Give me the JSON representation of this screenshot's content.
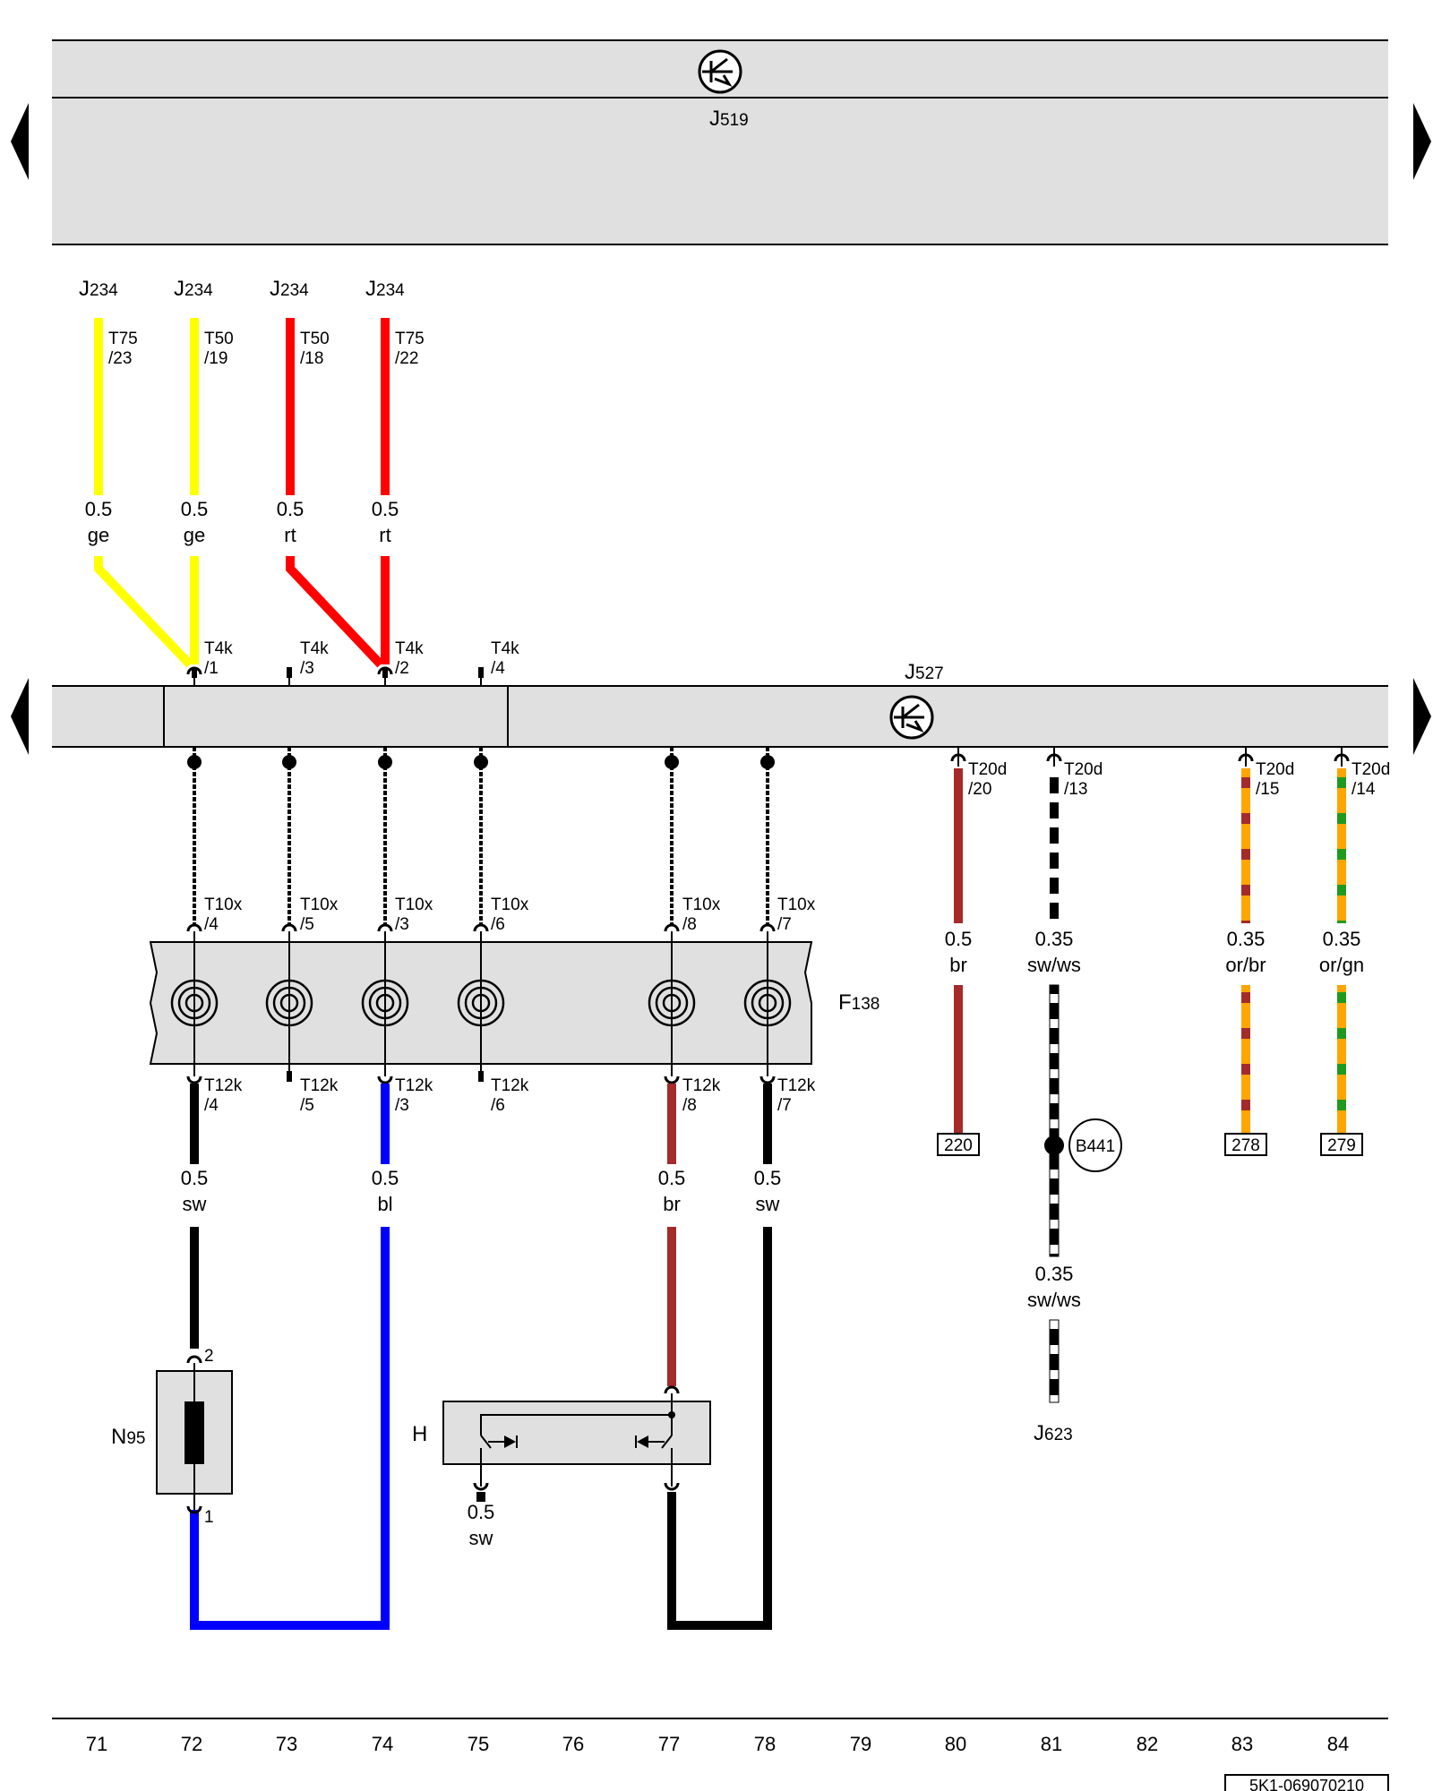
{
  "diagram": {
    "units": {
      "top": {
        "name_main": "J",
        "name_sub": "519"
      },
      "middle": {
        "name_main": "J",
        "name_sub": "527"
      },
      "fuse": {
        "name_main": "F",
        "name_sub": "138"
      },
      "heater": {
        "name_main": "N",
        "name_sub": "95"
      },
      "horn": {
        "name": "H"
      },
      "engine": {
        "name_main": "J",
        "name_sub": "623"
      },
      "ground": {
        "name": "B441"
      }
    },
    "source_labels": [
      {
        "main": "J",
        "sub": "234"
      },
      {
        "main": "J",
        "sub": "234"
      },
      {
        "main": "J",
        "sub": "234"
      },
      {
        "main": "J",
        "sub": "234"
      }
    ],
    "source_pins": [
      {
        "l1": "T75",
        "l2": "/23"
      },
      {
        "l1": "T50",
        "l2": "/19"
      },
      {
        "l1": "T50",
        "l2": "/18"
      },
      {
        "l1": "T75",
        "l2": "/22"
      }
    ],
    "source_wires": [
      {
        "size": "0.5",
        "color": "ge",
        "hex": "#ffff00"
      },
      {
        "size": "0.5",
        "color": "ge",
        "hex": "#ffff00"
      },
      {
        "size": "0.5",
        "color": "rt",
        "hex": "#ff0000"
      },
      {
        "size": "0.5",
        "color": "rt",
        "hex": "#ff0000"
      }
    ],
    "t4k_pins": [
      {
        "l1": "T4k",
        "l2": "/1"
      },
      {
        "l1": "T4k",
        "l2": "/3"
      },
      {
        "l1": "T4k",
        "l2": "/2"
      },
      {
        "l1": "T4k",
        "l2": "/4"
      }
    ],
    "t10x_pins": [
      {
        "l1": "T10x",
        "l2": "/4"
      },
      {
        "l1": "T10x",
        "l2": "/5"
      },
      {
        "l1": "T10x",
        "l2": "/3"
      },
      {
        "l1": "T10x",
        "l2": "/6"
      },
      {
        "l1": "T10x",
        "l2": "/8"
      },
      {
        "l1": "T10x",
        "l2": "/7"
      }
    ],
    "t12k_pins": [
      {
        "l1": "T12k",
        "l2": "/4"
      },
      {
        "l1": "T12k",
        "l2": "/5"
      },
      {
        "l1": "T12k",
        "l2": "/3"
      },
      {
        "l1": "T12k",
        "l2": "/6"
      },
      {
        "l1": "T12k",
        "l2": "/8"
      },
      {
        "l1": "T12k",
        "l2": "/7"
      }
    ],
    "lower_wires": [
      {
        "size": "0.5",
        "color": "sw",
        "hex": "#000000"
      },
      {
        "size": "0.5",
        "color": "bl",
        "hex": "#0000ff"
      },
      {
        "size": "0.5",
        "color": "br",
        "hex": "#a52a2a"
      },
      {
        "size": "0.5",
        "color": "sw",
        "hex": "#000000"
      }
    ],
    "n95_pins": {
      "top": "2",
      "bottom": "1"
    },
    "horn_wire": {
      "size": "0.5",
      "color": "sw",
      "hex": "#000000"
    },
    "t20d_pins": [
      {
        "l1": "T20d",
        "l2": "/20"
      },
      {
        "l1": "T20d",
        "l2": "/13"
      },
      {
        "l1": "T20d",
        "l2": "/15"
      },
      {
        "l1": "T20d",
        "l2": "/14"
      }
    ],
    "right_wires": [
      {
        "size": "0.5",
        "color": "br",
        "hex": "#a52a2a"
      },
      {
        "size": "0.35",
        "color": "sw/ws",
        "hex": "#000000"
      },
      {
        "size": "0.35",
        "color": "or/br",
        "hex": "#ffa500"
      },
      {
        "size": "0.35",
        "color": "or/gn",
        "hex": "#ffa500"
      }
    ],
    "j623_wire": {
      "size": "0.35",
      "color": "sw/ws"
    },
    "references": [
      "220",
      "278",
      "279"
    ],
    "columns": [
      "71",
      "72",
      "73",
      "74",
      "75",
      "76",
      "77",
      "78",
      "79",
      "80",
      "81",
      "82",
      "83",
      "84"
    ],
    "doc_id": "5K1-069070210"
  }
}
